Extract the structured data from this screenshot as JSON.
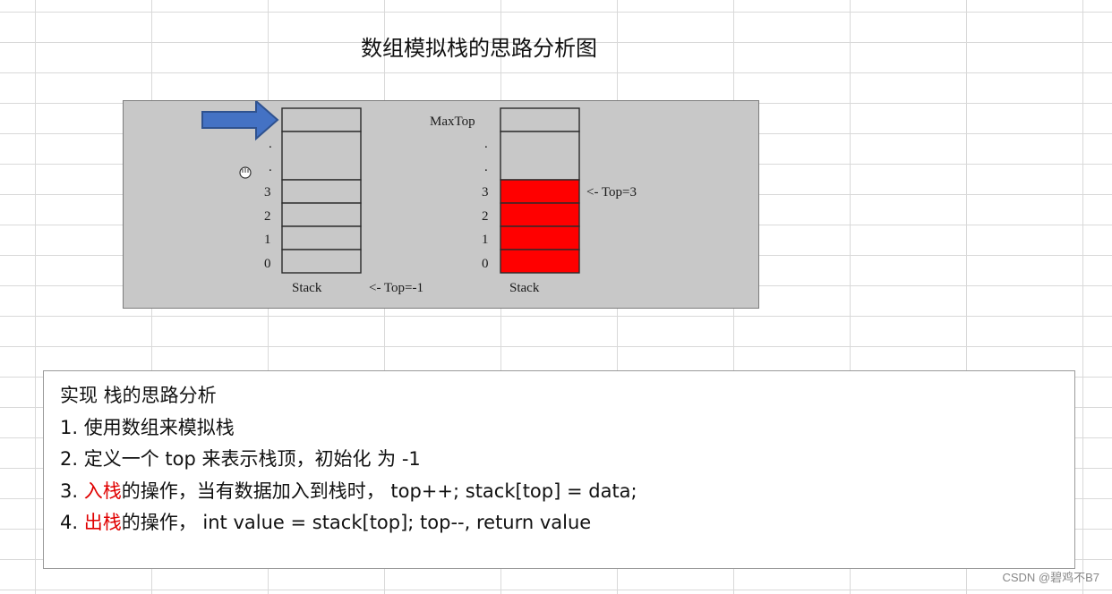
{
  "title": "数组模拟栈的思路分析图",
  "diagram": {
    "left_stack": {
      "index_labels": [
        "3",
        "2",
        "1",
        "0"
      ],
      "dots": [
        ".",
        "."
      ],
      "stack_label": "Stack",
      "top_label": "<- Top=-1",
      "pointer_arrow": "arrow-right-icon"
    },
    "right_stack": {
      "maxtop_label": "MaxTop",
      "index_labels": [
        "3",
        "2",
        "1",
        "0"
      ],
      "dots": [
        ".",
        "."
      ],
      "stack_label": "Stack",
      "top_label": "<- Top=3",
      "filled_color": "#ff0000"
    }
  },
  "notes": {
    "heading": "实现 栈的思路分析",
    "line1": "1. 使用数组来模拟栈",
    "line2": "2. 定义一个 top  来表示栈顶，初始化 为  -1",
    "line3_prefix": "3. ",
    "line3_highlight": "入栈",
    "line3_rest": "的操作，当有数据加入到栈时，  top++;  stack[top] = data;",
    "line4_prefix": "4. ",
    "line4_highlight": "出栈",
    "line4_rest": "的操作，  int value = stack[top]; top--, return value",
    "highlight_color": "#e00000"
  },
  "watermark": "CSDN @碧鸡不B7"
}
